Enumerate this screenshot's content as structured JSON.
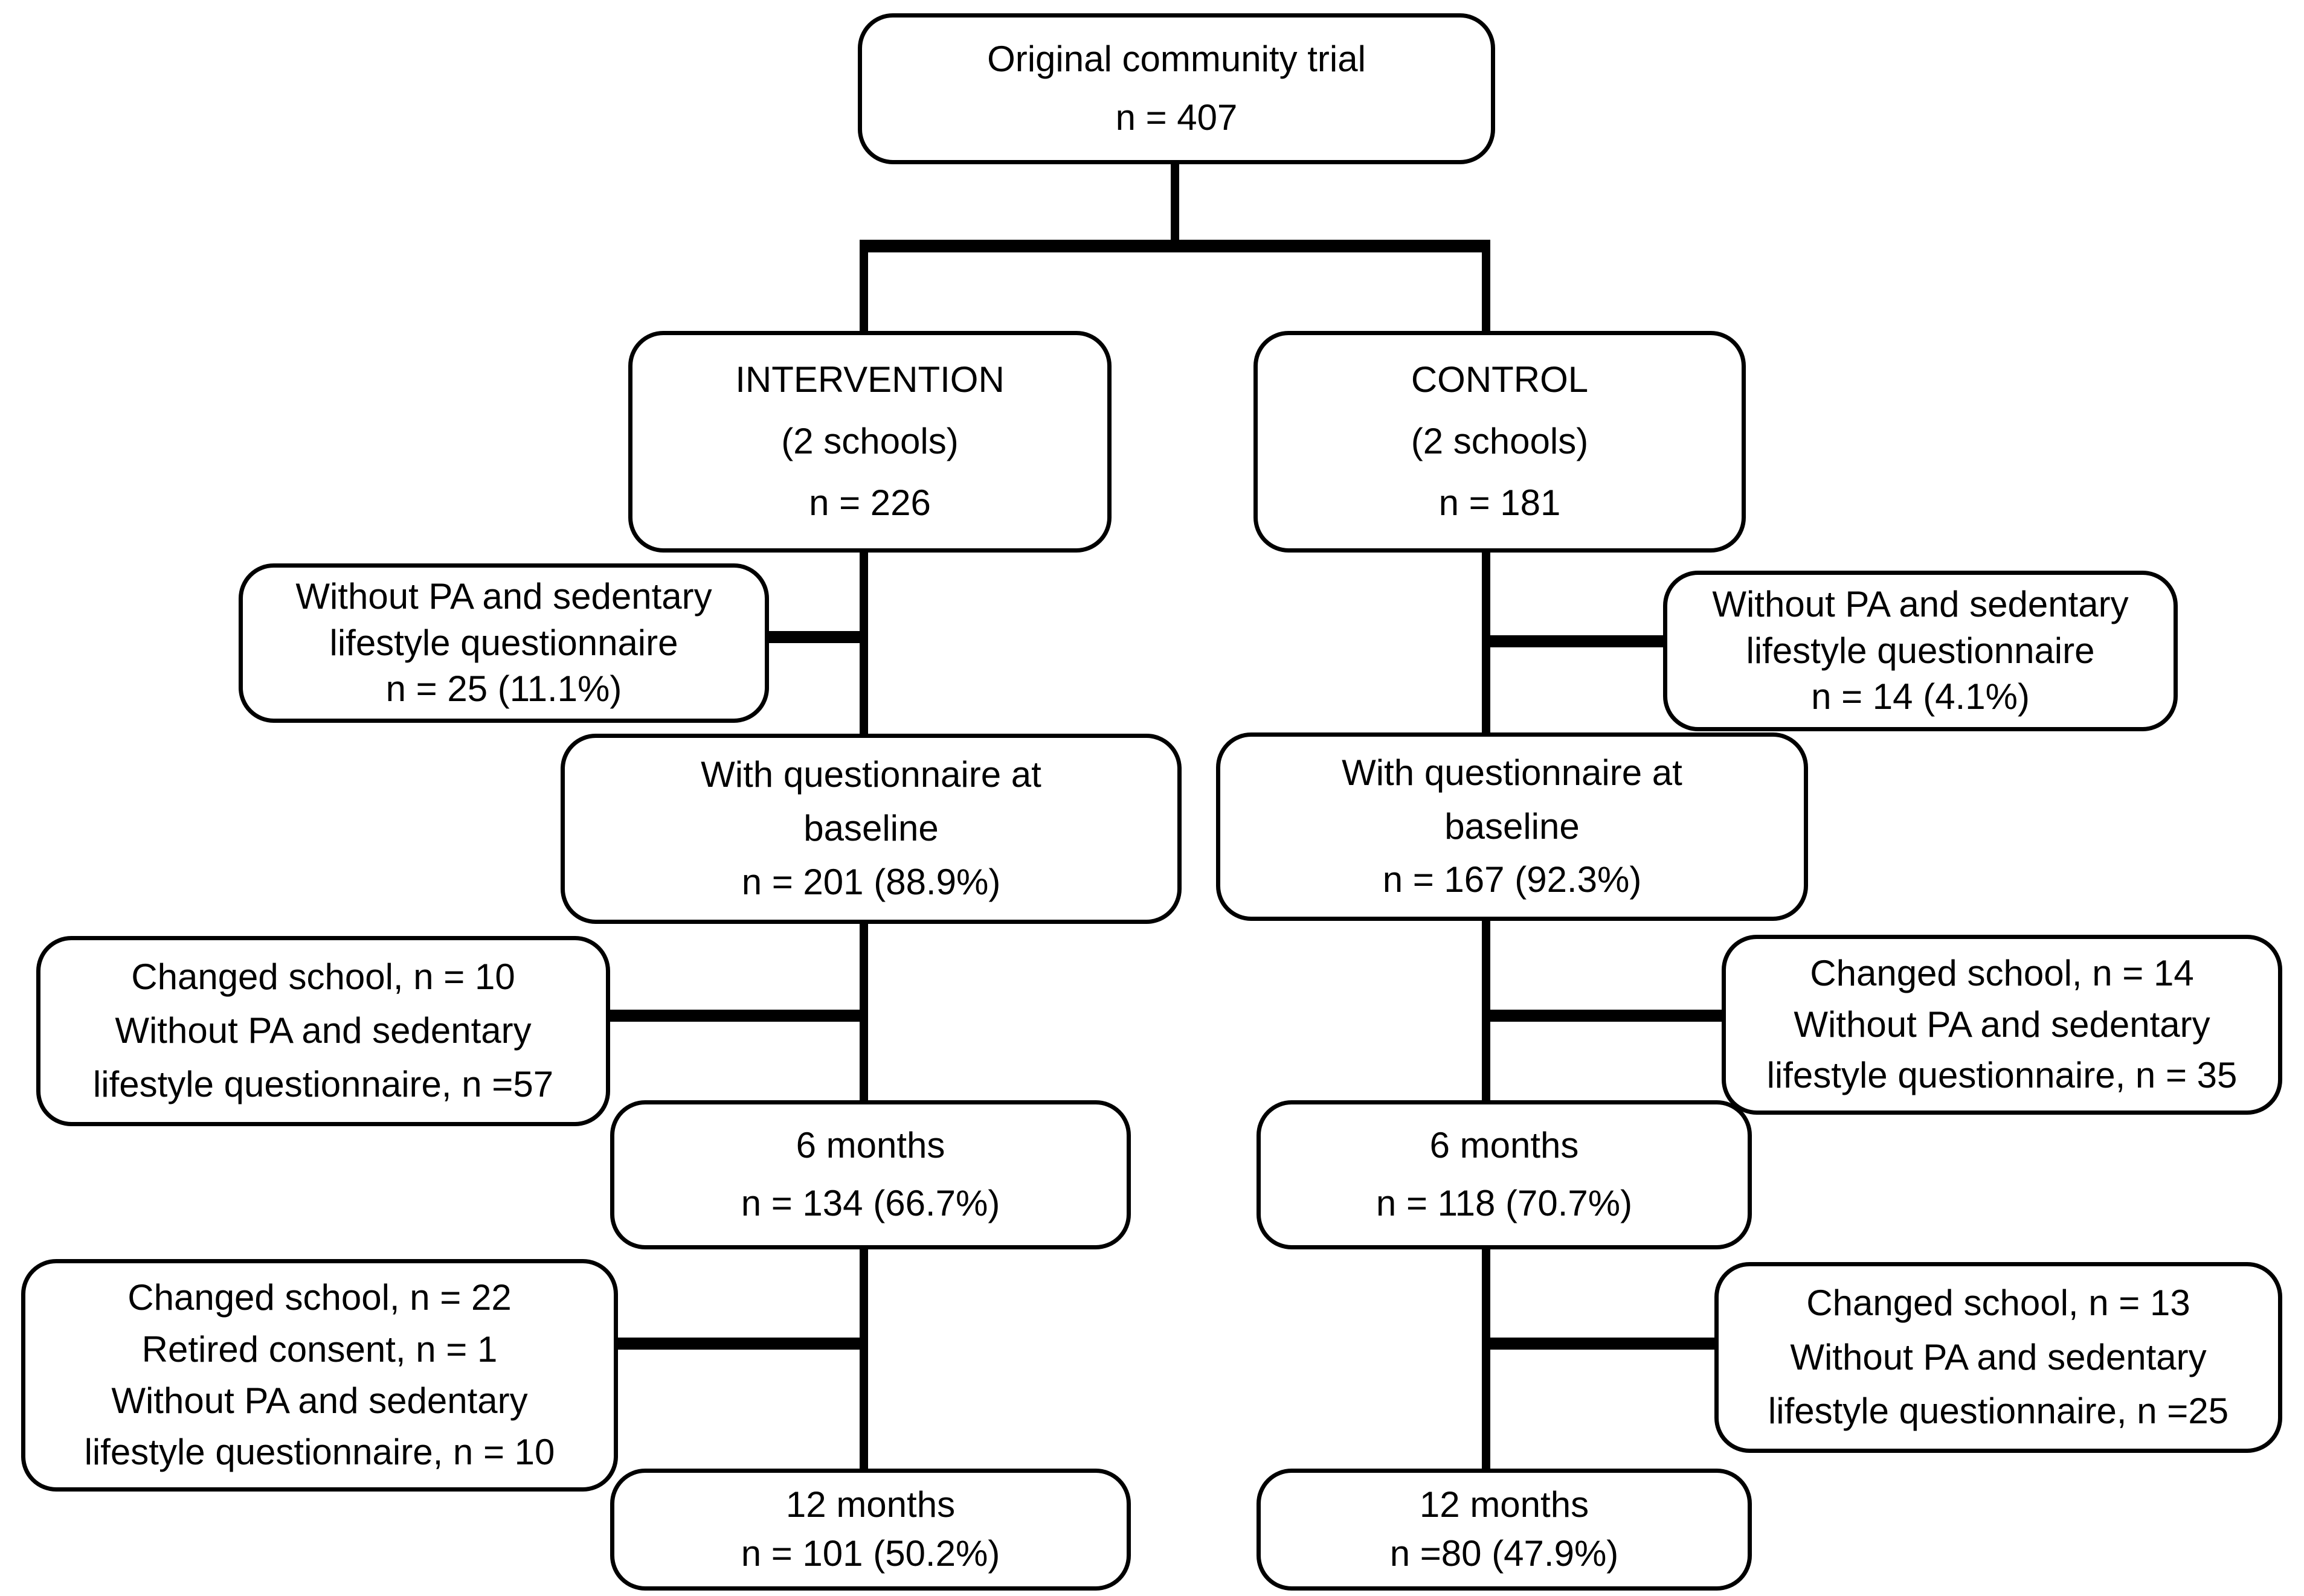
{
  "diagram": {
    "type": "flowchart",
    "colors": {
      "background": "#ffffff",
      "box_border": "#000000",
      "line": "#000000",
      "text": "#000000"
    },
    "boxes": {
      "original": {
        "lines": [
          "Original community trial",
          "n = 407"
        ]
      },
      "intervention": {
        "lines": [
          "INTERVENTION",
          "(2 schools)",
          "n = 226"
        ]
      },
      "control": {
        "lines": [
          "CONTROL",
          "(2 schools)",
          "n = 181"
        ]
      },
      "int_excl_baseline": {
        "lines": [
          "Without PA and sedentary",
          "lifestyle questionnaire",
          "n = 25 (11.1%)"
        ]
      },
      "ctl_excl_baseline": {
        "lines": [
          "Without PA and sedentary",
          "lifestyle questionnaire",
          "n = 14 (4.1%)"
        ]
      },
      "int_baseline": {
        "lines": [
          "With questionnaire at",
          "baseline",
          "n = 201 (88.9%)"
        ]
      },
      "ctl_baseline": {
        "lines": [
          "With questionnaire at",
          "baseline",
          "n = 167 (92.3%)"
        ]
      },
      "int_excl_6m": {
        "lines": [
          "Changed school, n = 10",
          "Without PA and sedentary",
          "lifestyle questionnaire, n =57"
        ]
      },
      "ctl_excl_6m": {
        "lines": [
          "Changed school, n = 14",
          "Without PA and sedentary",
          "lifestyle questionnaire, n = 35"
        ]
      },
      "int_6m": {
        "lines": [
          "6 months",
          "n = 134 (66.7%)"
        ]
      },
      "ctl_6m": {
        "lines": [
          "6 months",
          "n = 118 (70.7%)"
        ]
      },
      "int_excl_12m": {
        "lines": [
          "Changed school, n = 22",
          "Retired consent, n = 1",
          "Without PA and sedentary",
          "lifestyle questionnaire, n = 10"
        ]
      },
      "ctl_excl_12m": {
        "lines": [
          "Changed school, n = 13",
          "Without PA and sedentary",
          "lifestyle questionnaire, n =25"
        ]
      },
      "int_12m": {
        "lines": [
          "12 months",
          "n = 101 (50.2%)"
        ]
      },
      "ctl_12m": {
        "lines": [
          "12 months",
          "n =80 (47.9%)"
        ]
      }
    }
  }
}
